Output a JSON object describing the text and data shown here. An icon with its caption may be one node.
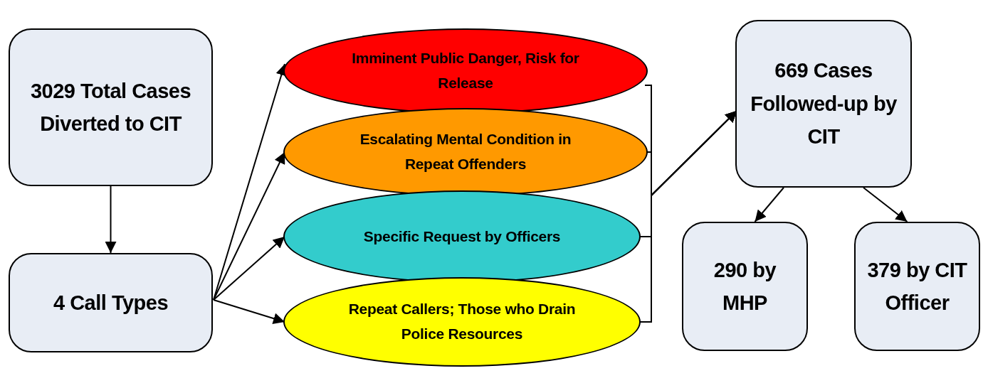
{
  "diagram": {
    "nodes": [
      {
        "text": [
          "3029 Total Cases Diverted to CIT"
        ]
      },
      {
        "text": [
          "4 Call Types"
        ]
      },
      {
        "text": [
          "Imminent Public Danger, Risk for Release"
        ]
      },
      {
        "text": [
          "Escalating Mental Condition in Repeat Offenders"
        ]
      },
      {
        "text": [
          "Specific Request by Officers"
        ]
      },
      {
        "text": [
          "Repeat Callers; Those who Drain Police Resources"
        ]
      },
      {
        "text": [
          "669 Cases Followed-up by CIT"
        ]
      },
      {
        "text": [
          "290 by MHP"
        ]
      },
      {
        "text": [
          "379 by CIT Officer"
        ]
      }
    ],
    "edges": [
      {
        "from": 0,
        "to": 1,
        "arrow": "to"
      },
      {
        "from": 1,
        "to": 2,
        "arrow": "to"
      },
      {
        "from": 1,
        "to": 3,
        "arrow": "to"
      },
      {
        "from": 1,
        "to": 4,
        "arrow": "to"
      },
      {
        "from": 1,
        "to": 5,
        "arrow": "to"
      },
      {
        "from": 2,
        "to": 6,
        "arrow": "to"
      },
      {
        "from": 3,
        "to": 6,
        "arrow": "to"
      },
      {
        "from": 4,
        "to": 6,
        "arrow": "to"
      },
      {
        "from": 5,
        "to": 6,
        "arrow": "to"
      },
      {
        "from": 6,
        "to": 7,
        "arrow": "to"
      },
      {
        "from": 6,
        "to": 8,
        "arrow": "to"
      }
    ]
  }
}
